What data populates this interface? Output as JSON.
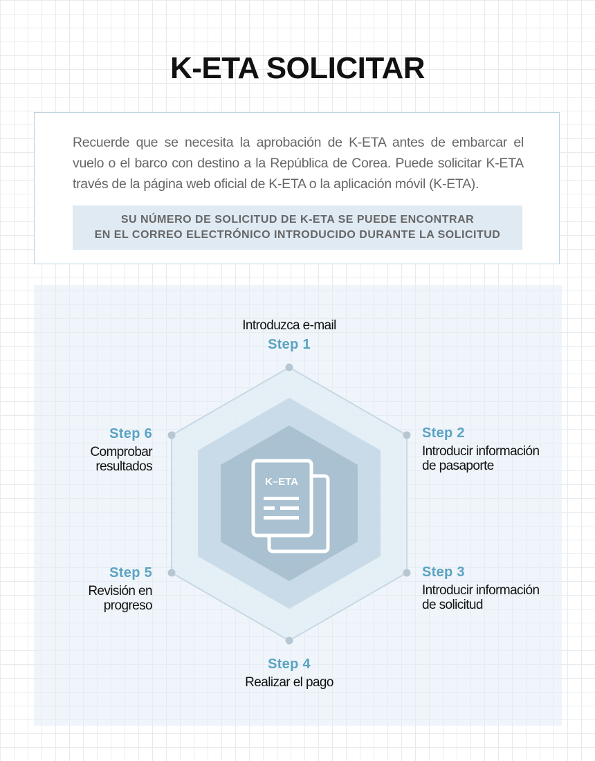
{
  "title": "K-ETA SOLICITAR",
  "notice": {
    "text": "Recuerde que se necesita la aprobación de K-ETA antes de embarcar el vuelo o el barco con destino a la República de Corea. Puede solicitar K-ETA través de la página web oficial de K-ETA o la aplicación móvil (K-ETA).",
    "highlight_line1": "SU NÚMERO DE SOLICITUD DE K-ETA SE PUEDE ENCONTRAR",
    "highlight_line2": "EN EL CORREO ELECTRÓNICO INTRODUCIDO DURANTE LA SOLICITUD"
  },
  "document_icon_text": "K–ETA",
  "steps": [
    {
      "number": "Step 1",
      "description": "Introduzca e-mail"
    },
    {
      "number": "Step 2",
      "description": "Introducir información de pasaporte"
    },
    {
      "number": "Step 3",
      "description": "Introducir información de solicitud"
    },
    {
      "number": "Step 4",
      "description": "Realizar el pago"
    },
    {
      "number": "Step 5",
      "description": "Revisión en progreso"
    },
    {
      "number": "Step 6",
      "description": "Comprobar resultados"
    }
  ],
  "colors": {
    "accent": "#5aa3c2",
    "hex_dark": "#a9c1d1",
    "hex_mid": "#c9dbe8",
    "hex_light": "#e3edf5",
    "outline": "#c8d8e4",
    "dot": "#b6c7d3"
  }
}
